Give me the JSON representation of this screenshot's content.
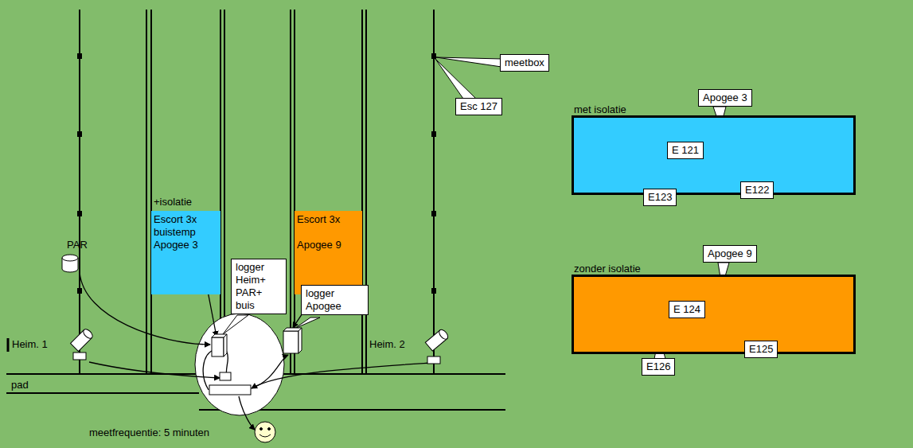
{
  "diagram": {
    "nodes": [
      {
        "text": [
          "meetbox"
        ]
      },
      {
        "text": [
          "Esc 127"
        ]
      },
      {
        "text": [
          "met isolatie"
        ]
      },
      {
        "text": [
          "Apogee 3"
        ]
      },
      {
        "text": [
          "E 121"
        ],
        "in": 2
      },
      {
        "text": [
          "E122"
        ]
      },
      {
        "text": [
          "E123"
        ]
      },
      {
        "text": [
          "+isolatie",
          "Escort 3x buistemp Apogee 3"
        ]
      },
      {
        "text": [
          "Escort 3x",
          "Apogee 9"
        ]
      },
      {
        "text": [
          "logger Heim+ PAR+ buis"
        ]
      },
      {
        "text": [
          "logger Apogee"
        ]
      },
      {
        "text": [
          "zonder isolatie"
        ]
      },
      {
        "text": [
          "Apogee 9"
        ]
      },
      {
        "text": [
          "E 124"
        ],
        "in": 11
      },
      {
        "text": [
          "E125"
        ]
      },
      {
        "text": [
          "E126"
        ]
      }
    ],
    "labels": [
      "PAR",
      "Heim. 1",
      "Heim. 2",
      "pad",
      "meetfrequentie: 5 minuten"
    ]
  }
}
